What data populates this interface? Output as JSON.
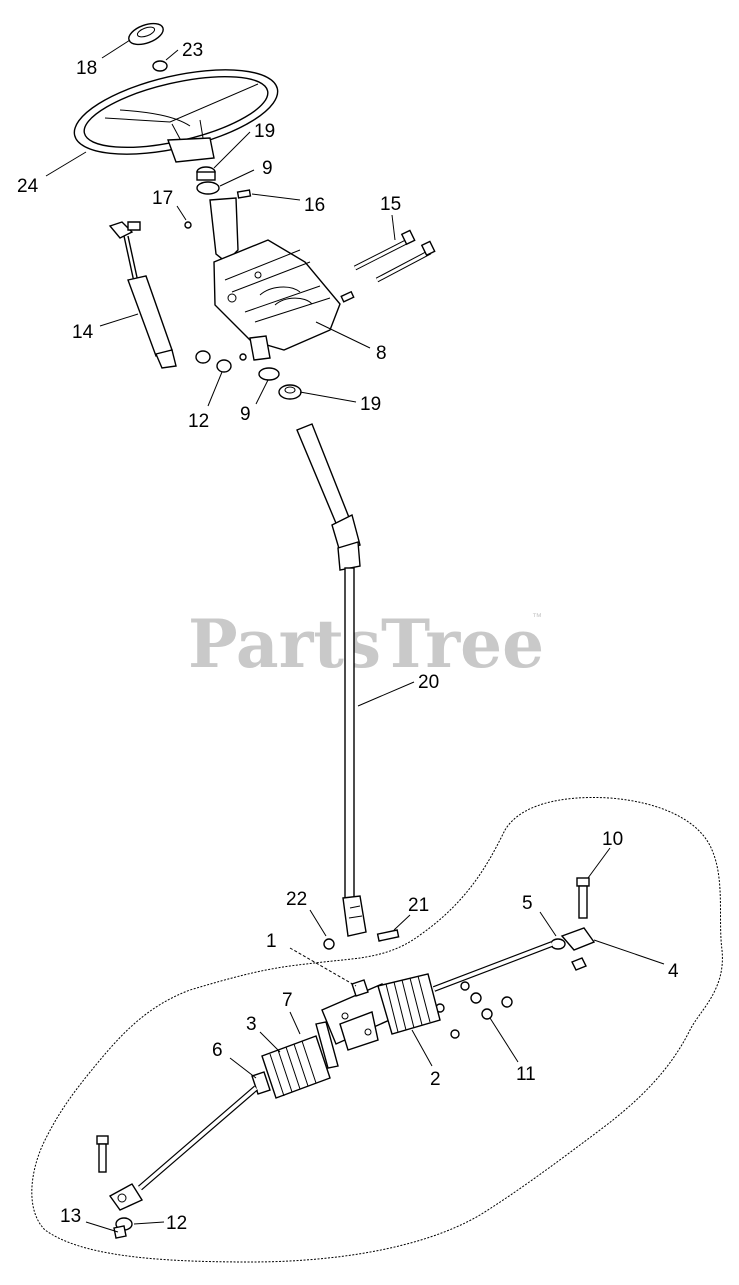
{
  "watermark": {
    "text": "PartsTree",
    "trademark": "™"
  },
  "colors": {
    "line": "#000000",
    "background": "#ffffff",
    "watermark": "#c9c9c9"
  },
  "callouts": [
    {
      "id": "c18",
      "label": "18"
    },
    {
      "id": "c23",
      "label": "23"
    },
    {
      "id": "c24",
      "label": "24"
    },
    {
      "id": "c19a",
      "label": "19"
    },
    {
      "id": "c9a",
      "label": "9"
    },
    {
      "id": "c17",
      "label": "17"
    },
    {
      "id": "c16",
      "label": "16"
    },
    {
      "id": "c15",
      "label": "15"
    },
    {
      "id": "c14",
      "label": "14"
    },
    {
      "id": "c8",
      "label": "8"
    },
    {
      "id": "c12a",
      "label": "12"
    },
    {
      "id": "c9b",
      "label": "9"
    },
    {
      "id": "c19b",
      "label": "19"
    },
    {
      "id": "c20",
      "label": "20"
    },
    {
      "id": "c10",
      "label": "10"
    },
    {
      "id": "c22",
      "label": "22"
    },
    {
      "id": "c21",
      "label": "21"
    },
    {
      "id": "c5",
      "label": "5"
    },
    {
      "id": "c1",
      "label": "1"
    },
    {
      "id": "c4",
      "label": "4"
    },
    {
      "id": "c7",
      "label": "7"
    },
    {
      "id": "c3",
      "label": "3"
    },
    {
      "id": "c6",
      "label": "6"
    },
    {
      "id": "c2",
      "label": "2"
    },
    {
      "id": "c11",
      "label": "11"
    },
    {
      "id": "c13",
      "label": "13"
    },
    {
      "id": "c12b",
      "label": "12"
    }
  ]
}
